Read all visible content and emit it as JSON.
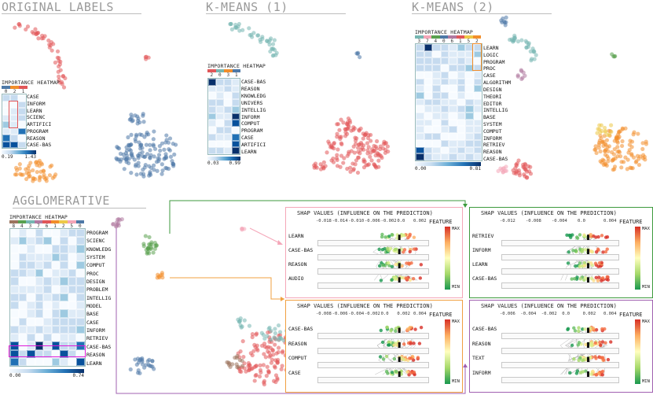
{
  "sections": {
    "original": "ORIGINAL LABELS",
    "kmeans1": "K-MEANS (1)",
    "kmeans2": "K-MEANS (2)",
    "agglomerative": "AGGLOMERATIVE"
  },
  "heatmaps": {
    "original": {
      "title": "IMPORTANCE HEATMAP",
      "clusters": [
        "0",
        "2",
        "1"
      ],
      "rows": [
        "CASE",
        "INFORM",
        "LEARN",
        "SCIENC",
        "ARTIFICI",
        "PROGRAM",
        "REASON",
        "CASE-BAS"
      ],
      "min": "0.19",
      "max": "1.43"
    },
    "kmeans1": {
      "title": "IMPORTANCE HEATMAP",
      "clusters": [
        "2",
        "0",
        "3",
        "1"
      ],
      "rows": [
        "CASE-BAS",
        "REASON",
        "KNOWLEDG",
        "UNIVERS",
        "INTELLIG",
        "INFORM",
        "COMPUT",
        "PROGRAM",
        "CASE",
        "ARTIFICI",
        "LEARN"
      ],
      "min": "0.03",
      "max": "0.99"
    },
    "kmeans2": {
      "title": "IMPORTANCE HEATMAP",
      "clusters": [
        "3",
        "7",
        "4",
        "0",
        "6",
        "1",
        "5",
        "2"
      ],
      "rows": [
        "LEARN",
        "LOGIC",
        "PROGRAM",
        "PROC",
        "CASE",
        "ALGORITHM",
        "DESIGN",
        "THEORI",
        "EDITOR",
        "INTELLIG",
        "BASE",
        "SYSTEM",
        "COMPUT",
        "INFORM",
        "RETRIEV",
        "REASON",
        "CASE-BAS"
      ],
      "min": "0.00",
      "max": "0.81"
    },
    "agglomerative": {
      "title": "IMPORTANCE HEATMAP",
      "clusters": [
        "8",
        "4",
        "3",
        "7",
        "6",
        "1",
        "2",
        "5",
        "0"
      ],
      "rows": [
        "PROGRAM",
        "SCIENC",
        "KNOWLEDG",
        "SYSTEM",
        "COMPUT",
        "PROC",
        "DESIGN",
        "PROBLEM",
        "INTELLIG",
        "MODEL",
        "BASE",
        "CASE",
        "INFORM",
        "RETRIEV",
        "CASE-BAS",
        "REASON",
        "LEARN"
      ],
      "min": "0.00",
      "max": "0.74"
    }
  },
  "shap_panels": [
    {
      "title": "SHAP VALUES (INFLUENCE ON THE PREDICTION)",
      "ticks": [
        "-0.018",
        "-0.014",
        "-0.010",
        "-0.006",
        "-0.002",
        "0.0",
        "0.002"
      ],
      "features": [
        "LEARN",
        "CASE-BAS",
        "REASON",
        "AUDIO"
      ],
      "border": "#f4a6b8"
    },
    {
      "title": "SHAP VALUES (INFLUENCE ON THE PREDICTION)",
      "ticks": [
        "-0.012",
        "-0.008",
        "-0.004",
        "0.0",
        "0.004"
      ],
      "features": [
        "RETRIEV",
        "INFORM",
        "LEARN",
        "CASE-BAS"
      ],
      "border": "#3d9a3d"
    },
    {
      "title": "SHAP VALUES (INFLUENCE ON THE PREDICTION)",
      "ticks": [
        "-0.008",
        "-0.006",
        "-0.004",
        "-0.002",
        "0.0",
        "0.002",
        "0.004"
      ],
      "features": [
        "CASE-BAS",
        "REASON",
        "COMPUT",
        "CASE"
      ],
      "border": "#f0a040"
    },
    {
      "title": "SHAP VALUES (INFLUENCE ON THE PREDICTION)",
      "ticks": [
        "-0.006",
        "-0.004",
        "-0.002",
        "0.0",
        "0.002",
        "0.004"
      ],
      "features": [
        "CASE-BAS",
        "REASON",
        "TEXT",
        "INFORM"
      ],
      "border": "#a060b0"
    }
  ],
  "legend": {
    "title": "FEATURE",
    "max": "MAX",
    "min": "MIN"
  },
  "colors": {
    "orange": "#f28e2b",
    "teal": "#76b7b2",
    "pink": "#f4a6b8",
    "green": "#59a14f",
    "red": "#e15759",
    "blue": "#4e79a7",
    "yellow": "#edc948",
    "purple": "#b07aa1",
    "brown": "#9c755f"
  }
}
